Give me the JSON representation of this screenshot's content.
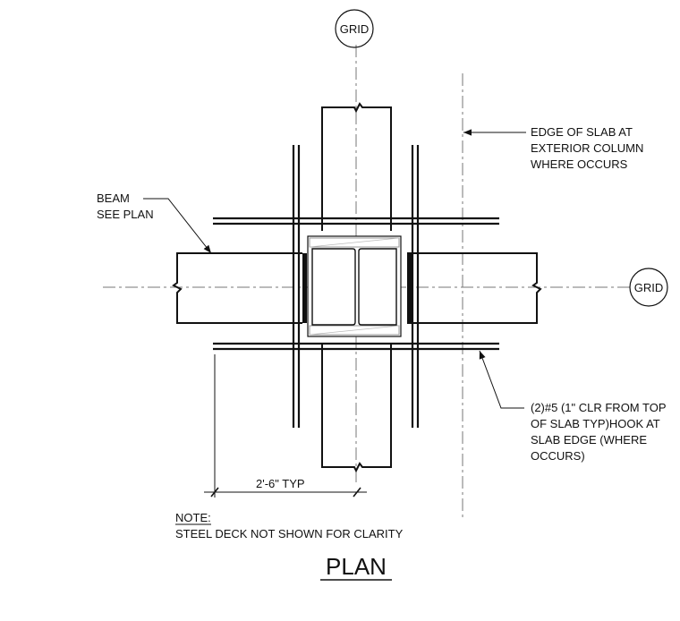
{
  "grid_label": "GRID",
  "labels": {
    "edge_of_slab": [
      "EDGE OF SLAB AT",
      "EXTERIOR COLUMN",
      "WHERE OCCURS"
    ],
    "beam": [
      "BEAM",
      "SEE PLAN"
    ],
    "rebar": [
      "(2)#5 (1\" CLR FROM TOP",
      "OF SLAB TYP)HOOK AT",
      "SLAB EDGE (WHERE",
      "OCCURS)"
    ],
    "dimension": "2'-6\" TYP",
    "note_title": "NOTE:",
    "note_text": "STEEL DECK NOT SHOWN FOR CLARITY",
    "title": "PLAN"
  }
}
